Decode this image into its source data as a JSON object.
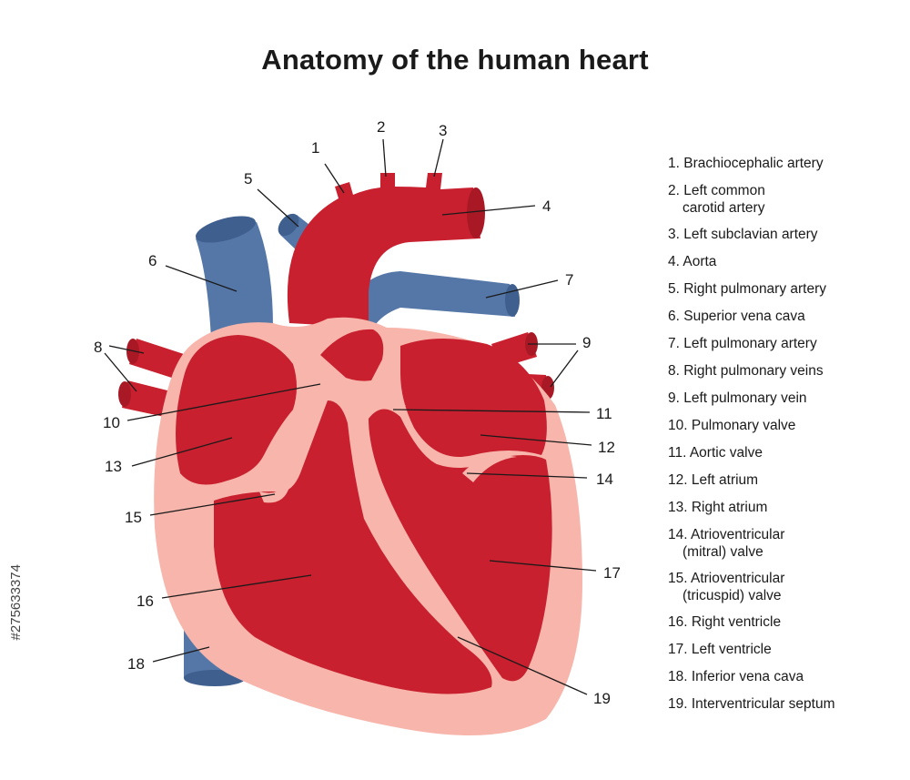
{
  "title": "Anatomy of the human heart",
  "stock_id": "#275633374",
  "colors": {
    "muscle": "#c8202e",
    "muscle_dark": "#a81925",
    "wall": "#f7b5ab",
    "vein": "#5577a8",
    "vein_dark": "#3f5f8e"
  },
  "callouts": [
    "1",
    "2",
    "3",
    "4",
    "5",
    "6",
    "7",
    "8",
    "9",
    "10",
    "11",
    "12",
    "13",
    "14",
    "15",
    "16",
    "17",
    "18",
    "19"
  ],
  "legend": [
    {
      "line1": "1. Brachiocephalic artery",
      "line2": ""
    },
    {
      "line1": "2. Left common",
      "line2": "carotid artery"
    },
    {
      "line1": "3. Left subclavian artery",
      "line2": ""
    },
    {
      "line1": "4. Aorta",
      "line2": ""
    },
    {
      "line1": "5. Right pulmonary artery",
      "line2": ""
    },
    {
      "line1": "6. Superior vena cava",
      "line2": ""
    },
    {
      "line1": "7. Left pulmonary artery",
      "line2": ""
    },
    {
      "line1": "8. Right pulmonary veins",
      "line2": ""
    },
    {
      "line1": "9. Left pulmonary vein",
      "line2": ""
    },
    {
      "line1": "10. Pulmonary valve",
      "line2": ""
    },
    {
      "line1": "11. Aortic valve",
      "line2": ""
    },
    {
      "line1": "12. Left atrium",
      "line2": ""
    },
    {
      "line1": "13. Right atrium",
      "line2": ""
    },
    {
      "line1": "14. Atrioventricular",
      "line2": "(mitral) valve"
    },
    {
      "line1": "15. Atrioventricular",
      "line2": "(tricuspid) valve"
    },
    {
      "line1": "16. Right ventricle",
      "line2": ""
    },
    {
      "line1": "17. Left ventricle",
      "line2": ""
    },
    {
      "line1": "18. Inferior vena cava",
      "line2": ""
    },
    {
      "line1": "19. Interventricular septum",
      "line2": ""
    }
  ]
}
